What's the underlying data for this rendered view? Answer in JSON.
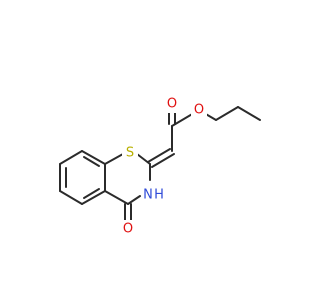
{
  "molecule": {
    "atoms": {
      "sulfur": {
        "label": "S",
        "color": "#b8b000"
      },
      "nitrogen": {
        "label": "N",
        "color": "#2f4bd8"
      },
      "hydrogen": {
        "label": "H",
        "color": "#2f4bd8"
      },
      "ring_carbonyl_oxygen": {
        "label": "O",
        "color": "#e01010"
      },
      "ester_carbonyl_oxygen": {
        "label": "O",
        "color": "#e01010"
      },
      "ester_ether_oxygen": {
        "label": "O",
        "color": "#e01010"
      }
    }
  }
}
